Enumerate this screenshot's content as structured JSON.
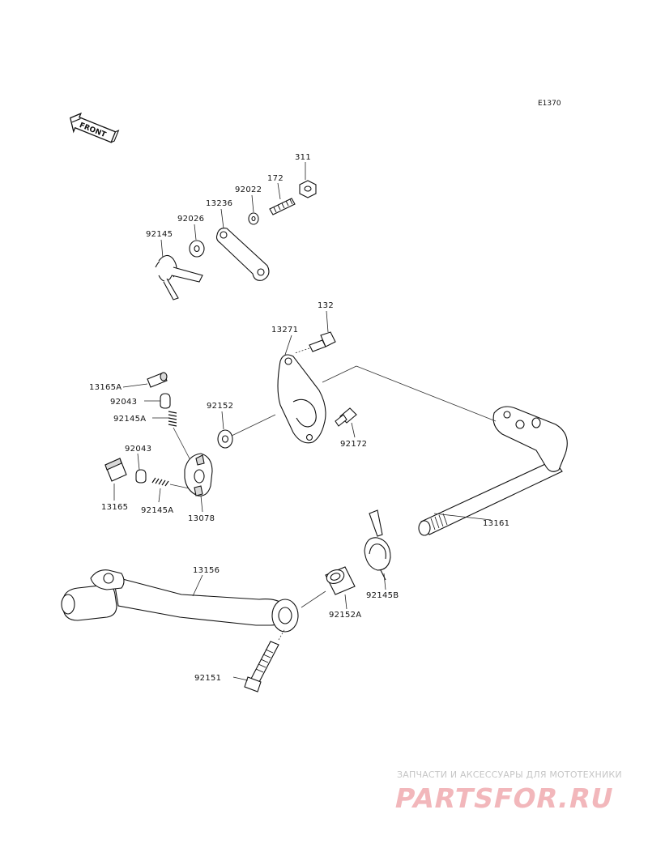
{
  "diagram_code": "E1370",
  "front_label": "FRONT",
  "parts": {
    "p311": "311",
    "p172": "172",
    "p92022": "92022",
    "p13236": "13236",
    "p92026": "92026",
    "p92145": "92145",
    "p132": "132",
    "p13271": "13271",
    "p13165A": "13165A",
    "p92043_top": "92043",
    "p92145A_top": "92145A",
    "p92152": "92152",
    "p92172": "92172",
    "p92043_low": "92043",
    "p13165": "13165",
    "p92145A_low": "92145A",
    "p13078": "13078",
    "p13161": "13161",
    "p13156": "13156",
    "p92145B": "92145B",
    "p92152A": "92152A",
    "p92151": "92151"
  },
  "watermark": {
    "tagline": "ЗАПЧАСТИ И АКСЕССУАРЫ ДЛЯ МОТОТЕХНИКИ",
    "brand": "PARTSFOR.RU"
  }
}
